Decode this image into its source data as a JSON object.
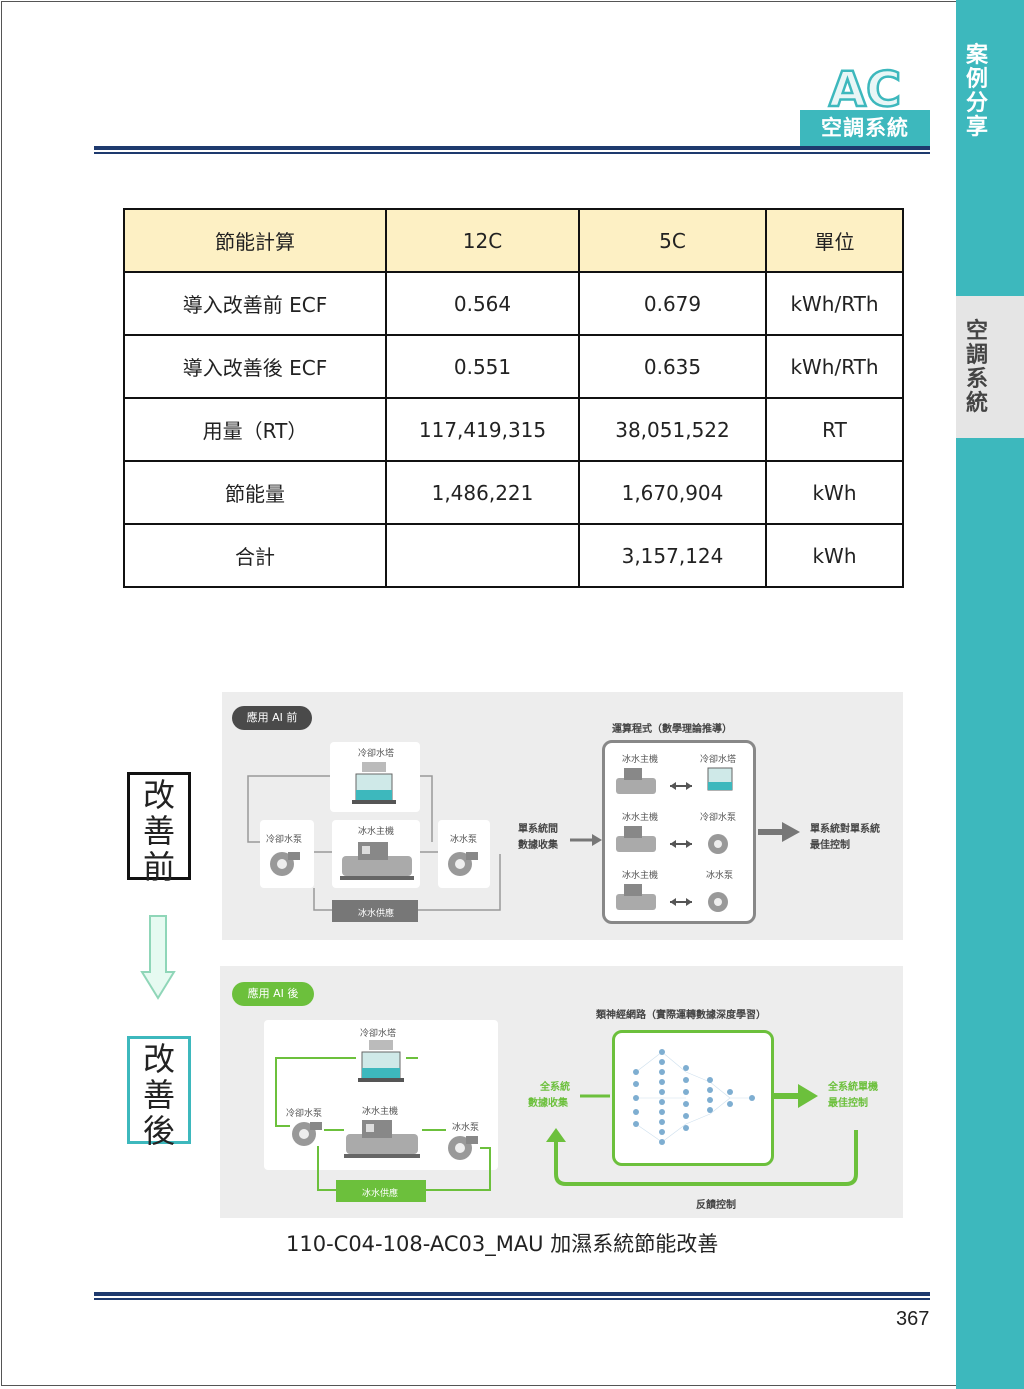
{
  "header": {
    "logo_text": "AC",
    "badge": "空調系統",
    "side_tab_top": "案例分享",
    "side_tab_mid": "空調系統"
  },
  "table": {
    "headers": [
      "節能計算",
      "12C",
      "5C",
      "單位"
    ],
    "rows": [
      [
        "導入改善前 ECF",
        "0.564",
        "0.679",
        "kWh/RTh"
      ],
      [
        "導入改善後 ECF",
        "0.551",
        "0.635",
        "kWh/RTh"
      ],
      [
        "用量（RT）",
        "117,419,315",
        "38,051,522",
        "RT"
      ],
      [
        "節能量",
        "1,486,221",
        "1,670,904",
        "kWh"
      ],
      [
        "合計",
        "",
        "3,157,124",
        "kWh"
      ]
    ]
  },
  "labels": {
    "before": "改善前",
    "after": "改善後"
  },
  "diagram_before": {
    "tag": "應用 AI 前",
    "cooling_tower": "冷卻水塔",
    "cooling_pump": "冷卻水泵",
    "chiller": "冰水主機",
    "chilled_pump": "冰水泵",
    "chilled_supply": "冰水供應",
    "collect": [
      "單系統間",
      "數據收集"
    ],
    "program_title": "運算程式（數學理論推導）",
    "pairs": [
      [
        "冰水主機",
        "冷卻水塔"
      ],
      [
        "冰水主機",
        "冷卻水泵"
      ],
      [
        "冰水主機",
        "冰水泵"
      ]
    ],
    "result": [
      "單系統對單系統",
      "最佳控制"
    ]
  },
  "diagram_after": {
    "tag": "應用 AI 後",
    "cooling_tower": "冷卻水塔",
    "cooling_pump": "冷卻水泵",
    "chiller": "冰水主機",
    "chilled_pump": "冰水泵",
    "chilled_supply": "冰水供應",
    "collect": [
      "全系統",
      "數據收集"
    ],
    "nn_title": "類神經網路（實際運轉數據深度學習）",
    "result": [
      "全系統單機",
      "最佳控制"
    ],
    "feedback": "反饋控制"
  },
  "caption": "110-C04-108-AC03_MAU 加濕系統節能改善",
  "page_number": "367",
  "colors": {
    "teal": "#3db8bd",
    "navy": "#1e3a6e",
    "header_fill": "#fdf0c4",
    "ai_green": "#6cc03c",
    "dark_pill": "#4a4a4a"
  }
}
